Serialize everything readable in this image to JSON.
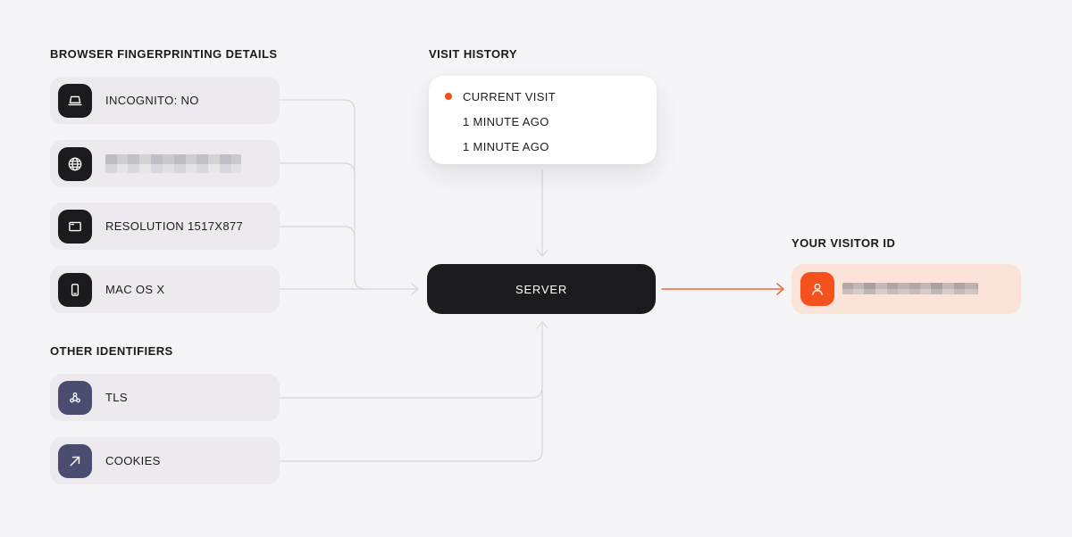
{
  "colors": {
    "background": "#f5f4f6",
    "card_fill": "#eceaef",
    "dark": "#1b1a1f",
    "slate": "#4b4d70",
    "accent_orange": "#f6521d",
    "visit_dot_orange": "#f4501c",
    "peach": "#fbe3d9",
    "wire_lavender": "#d7d4e2",
    "wire_orange": "#f0663c"
  },
  "fingerprint_section": {
    "heading": "BROWSER FINGERPRINTING DETAILS",
    "items": [
      {
        "label": "INCOGNITO: NO",
        "icon": "laptop-icon",
        "redacted": false
      },
      {
        "label": "",
        "icon": "globe-icon",
        "redacted": true
      },
      {
        "label": "RESOLUTION 1517X877",
        "icon": "window-icon",
        "redacted": false
      },
      {
        "label": "MAC OS X",
        "icon": "smartphone-icon",
        "redacted": false
      }
    ]
  },
  "other_identifiers_section": {
    "heading": "OTHER IDENTIFIERS",
    "items": [
      {
        "label": "TLS",
        "icon": "network-icon"
      },
      {
        "label": "COOKIES",
        "icon": "cursor-arrow-icon"
      }
    ]
  },
  "visit_history": {
    "heading": "VISIT HISTORY",
    "entries": [
      {
        "label": "CURRENT VISIT",
        "current": true
      },
      {
        "label": "1 MINUTE AGO",
        "current": false
      },
      {
        "label": "1 MINUTE AGO",
        "current": false
      }
    ]
  },
  "server": {
    "label": "SERVER"
  },
  "visitor_id": {
    "heading": "YOUR VISITOR ID",
    "value_redacted": true
  }
}
